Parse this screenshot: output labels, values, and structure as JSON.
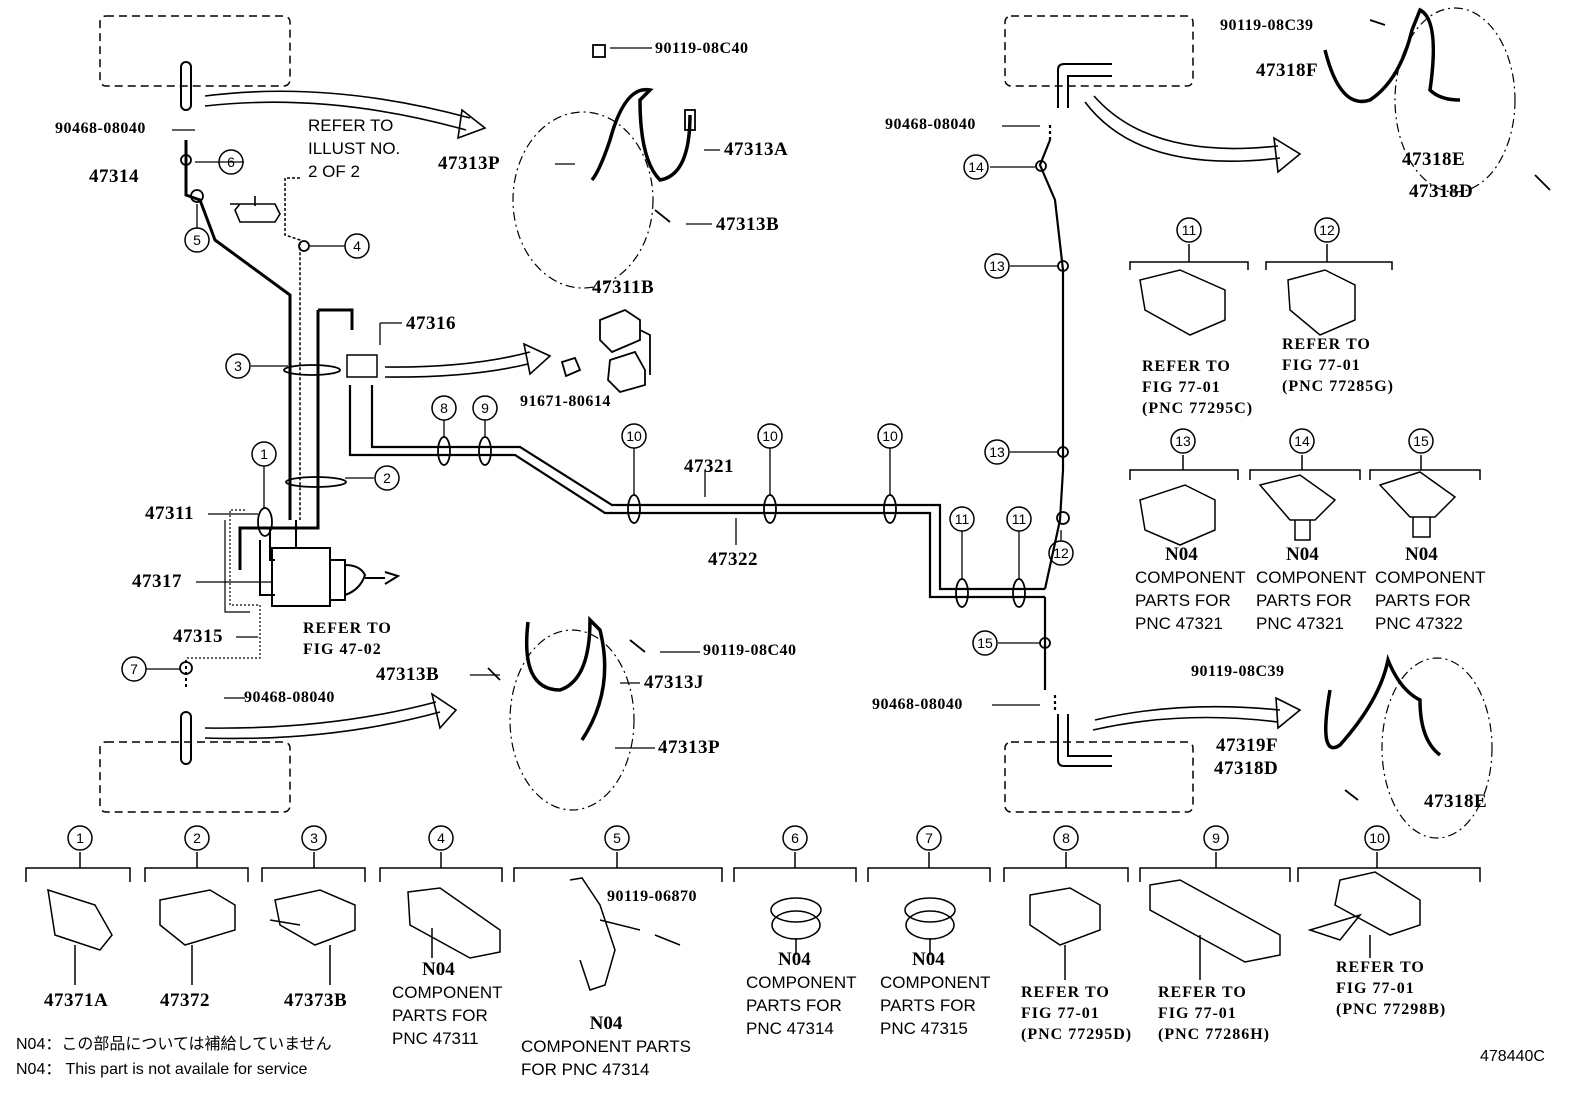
{
  "callouts": {
    "c1": "1",
    "c2": "2",
    "c3": "3",
    "c4": "4",
    "c5": "5",
    "c6": "6",
    "c7": "7",
    "c8": "8",
    "c9": "9",
    "c10": "10",
    "c11": "11",
    "c12": "12",
    "c13": "13",
    "c14": "14",
    "c15": "15"
  },
  "parts": {
    "bolt_90119_08C40": "90119-08C40",
    "bolt_90119_08C39": "90119-08C39",
    "clip_90468_08040": "90468-08040",
    "bolt_91671_80614": "91671-80614",
    "bolt_90119_06870": "90119-06870",
    "hose_47313A": "47313A",
    "hose_47313P": "47313P",
    "hose_47313B": "47313B",
    "hose_47313J": "47313J",
    "tube_47314": "47314",
    "tube_47316": "47316",
    "bracket_47311B": "47311B",
    "tube_47311": "47311",
    "tube_47317": "47317",
    "tube_47315": "47315",
    "tube_47321": "47321",
    "tube_47322": "47322",
    "hose_47318F": "47318F",
    "hose_47318E": "47318E",
    "bolt_47318D": "47318D",
    "hose_47319F": "47319F",
    "clamp_47371A": "47371A",
    "clamp_47372": "47372",
    "clamp_47373B": "47373B"
  },
  "refer_illust": [
    "REFER TO",
    "ILLUST NO.",
    "2 OF 2"
  ],
  "refer_fig_47_02": [
    "REFER TO",
    "FIG 47-02"
  ],
  "refer_11": [
    "REFER TO",
    "FIG 77-01",
    "(PNC 77295C)"
  ],
  "refer_12": [
    "REFER TO",
    "FIG 77-01",
    "(PNC 77285G)"
  ],
  "refer_8": [
    "REFER TO",
    "FIG 77-01",
    "(PNC 77295D)"
  ],
  "refer_9": [
    "REFER TO",
    "FIG 77-01",
    "(PNC 77286H)"
  ],
  "refer_10": [
    "REFER TO",
    "FIG 77-01",
    "(PNC 77298B)"
  ],
  "component": {
    "code": "N04",
    "c13": [
      "COMPONENT",
      "PARTS FOR",
      "PNC 47321"
    ],
    "c14": [
      "COMPONENT",
      "PARTS FOR",
      "PNC 47321"
    ],
    "c15": [
      "COMPONENT",
      "PARTS FOR",
      "PNC 47322"
    ],
    "c4": [
      "COMPONENT",
      "PARTS FOR",
      "PNC 47311"
    ],
    "c5": [
      "COMPONENT PARTS",
      "FOR PNC 47314"
    ],
    "c6": [
      "COMPONENT",
      "PARTS FOR",
      "PNC 47314"
    ],
    "c7": [
      "COMPONENT",
      "PARTS FOR",
      "PNC 47315"
    ]
  },
  "notes": [
    "N04：この部品については補給していません",
    "N04： This part is not availale for service"
  ],
  "illustration_id": "478440C"
}
